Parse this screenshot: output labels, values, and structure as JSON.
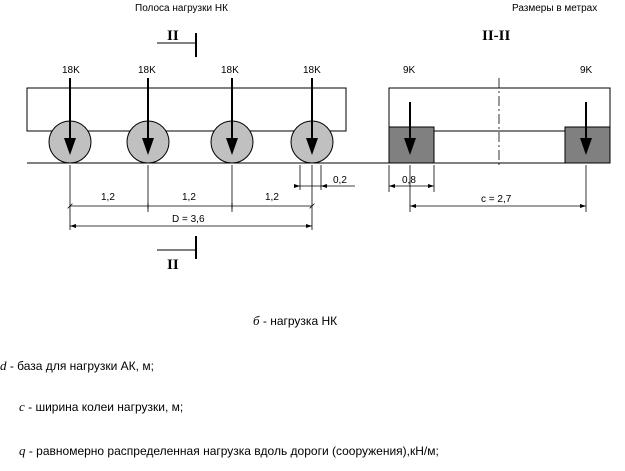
{
  "diagram": {
    "title_left": "Полоса нагрузки НК",
    "title_right": "Размеры в метрах",
    "section_mark": "II",
    "section_title": "II-II",
    "wheel_loads": [
      "18K",
      "18K",
      "18K",
      "18K"
    ],
    "track_loads": [
      "9K",
      "9K"
    ],
    "dims": {
      "spacing_1": "1,2",
      "spacing_2": "1,2",
      "spacing_3": "1,2",
      "overhang": "0,2",
      "base": "D = 3,6",
      "track_width": "0,8",
      "gauge": "c = 2,7"
    }
  },
  "captions": {
    "subtitle_symbol": "б",
    "subtitle_text": " - нагрузка НК",
    "d_symbol": "d",
    "d_text": " - база для нагрузки АК, м;",
    "c_symbol": "c",
    "c_text": " - ширина колеи нагрузки, м;",
    "q_symbol": "q",
    "q_text": " - равномерно распределенная нагрузка вдоль дороги (сооружения),кН/м;"
  },
  "colors": {
    "wheel_fill": "#c0c0c0",
    "track_fill": "#808080",
    "line": "#000000"
  }
}
